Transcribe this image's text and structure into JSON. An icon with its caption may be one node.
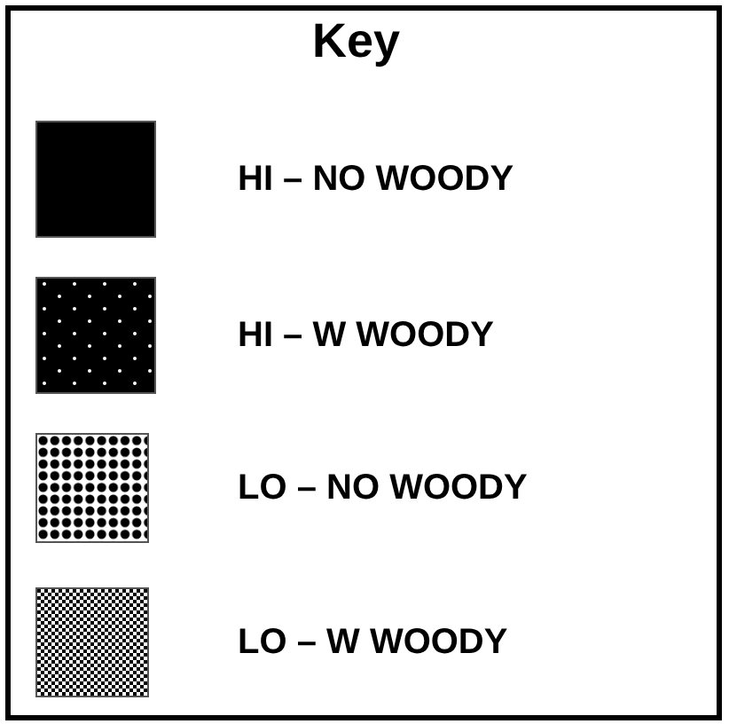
{
  "diagram": {
    "title": "Key",
    "legend": [
      {
        "text": "HI – NO WOODY"
      },
      {
        "text": "HI – W WOODY"
      },
      {
        "text": "LO – NO WOODY"
      },
      {
        "text": "LO – W WOODY"
      }
    ]
  }
}
